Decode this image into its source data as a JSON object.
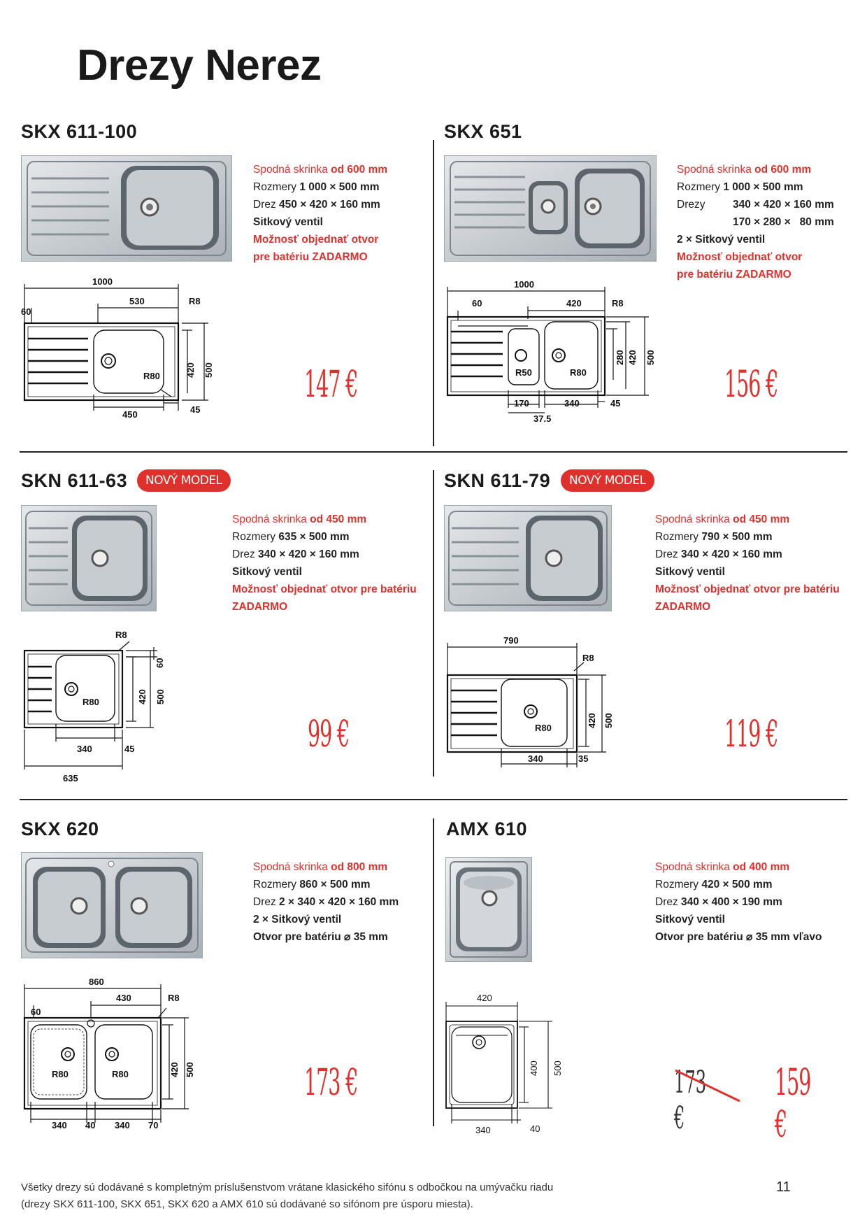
{
  "page": {
    "title": "Drezy Nerez",
    "page_number": "11",
    "footer_line1": "Všetky drezy sú dodávané s kompletným príslušenstvom vrátane klasického sifónu s odbočkou na umývačku riadu",
    "footer_line2": "(drezy SKX 611-100, SKX 651, SKX 620 a AMX 610 sú dodávané so sifónom pre úsporu miesta)."
  },
  "colors": {
    "accent": "#e0302c",
    "text": "#222222"
  },
  "products": {
    "skx611": {
      "name": "SKX 611-100",
      "cabinet_label": "Spodná skrinka",
      "cabinet_value": "od 600 mm",
      "dims_label": "Rozmery",
      "dims_value": "1 000 × 500 mm",
      "sink_label": "Drez",
      "sink_value": "450 × 420 × 160 mm",
      "line4": "Sitkový ventil",
      "line5": "Možnosť objednať otvor",
      "line6": "pre batériu ZADARMO",
      "price": "147 €",
      "diagram": {
        "d1": "1000",
        "d2": "530",
        "d3": "R8",
        "d4": "60",
        "d5": "420",
        "d6": "500",
        "d7": "R80",
        "d8": "450",
        "d9": "45"
      }
    },
    "skx651": {
      "name": "SKX 651",
      "cabinet_label": "Spodná skrinka",
      "cabinet_value": "od 600 mm",
      "dims_label": "Rozmery",
      "dims_value": "1 000 × 500 mm",
      "sink_label": "Drezy",
      "sink_value": "340 × 420 × 160 mm",
      "sink_value2": "170 × 280 ×   80 mm",
      "line4": "2 × Sitkový ventil",
      "line5": "Možnosť objednať otvor",
      "line6": "pre batériu ZADARMO",
      "price": "156 €",
      "diagram": {
        "d1": "1000",
        "d2": "60",
        "d3": "420",
        "d4": "R8",
        "d5": "280",
        "d6": "420",
        "d7": "500",
        "d8": "R50",
        "d9": "R80",
        "d10": "170",
        "d11": "340",
        "d12": "45",
        "d13": "37.5"
      }
    },
    "skn61163": {
      "name": "SKN 611-63",
      "badge": "NOVÝ MODEL",
      "cabinet_label": "Spodná skrinka",
      "cabinet_value": "od 450 mm",
      "dims_label": "Rozmery",
      "dims_value": "635 × 500 mm",
      "sink_label": "Drez",
      "sink_value": "340 × 420 × 160 mm",
      "line4": "Sitkový ventil",
      "line5": "Možnosť objednať otvor pre batériu",
      "line6": "ZADARMO",
      "price": "99 €",
      "diagram": {
        "d1": "R8",
        "d2": "60",
        "d3": "420",
        "d4": "500",
        "d5": "R80",
        "d6": "340",
        "d7": "45",
        "d8": "635"
      }
    },
    "skn61179": {
      "name": "SKN 611-79",
      "badge": "NOVÝ MODEL",
      "cabinet_label": "Spodná skrinka",
      "cabinet_value": "od 450 mm",
      "dims_label": "Rozmery",
      "dims_value": "790 × 500 mm",
      "sink_label": "Drez",
      "sink_value": "340 × 420 × 160 mm",
      "line4": "Sitkový ventil",
      "line5": "Možnosť objednať otvor pre batériu",
      "line6": "ZADARMO",
      "price": "119 €",
      "diagram": {
        "d1": "790",
        "d2": "R8",
        "d3": "420",
        "d4": "500",
        "d5": "R80",
        "d6": "340",
        "d7": "35"
      }
    },
    "skx620": {
      "name": "SKX 620",
      "cabinet_label": "Spodná skrinka",
      "cabinet_value": "od 800 mm",
      "dims_label": "Rozmery",
      "dims_value": "860 × 500 mm",
      "sink_label": "Drez",
      "sink_value": "2 × 340 × 420 × 160 mm",
      "line4": "2 × Sitkový ventil",
      "line5": "Otvor pre batériu ⌀ 35 mm",
      "price": "173 €",
      "diagram": {
        "d1": "860",
        "d2": "60",
        "d3": "430",
        "d4": "R8",
        "d5": "420",
        "d6": "500",
        "d7": "R80",
        "d8": "R80",
        "d9": "340",
        "d10": "40",
        "d11": "340",
        "d12": "70"
      }
    },
    "amx610": {
      "name": "AMX 610",
      "cabinet_label": "Spodná skrinka",
      "cabinet_value": "od 400 mm",
      "dims_label": "Rozmery",
      "dims_value": "420 × 500 mm",
      "sink_label": "Drez",
      "sink_value": "340 × 400 × 190 mm",
      "line4": "Sitkový ventil",
      "line5": "Otvor pre batériu ⌀ 35 mm vľavo",
      "old_price": "173 €",
      "price": "159 €",
      "diagram": {
        "d1": "420",
        "d2": "400",
        "d3": "500",
        "d4": "340",
        "d5": "40"
      }
    }
  }
}
